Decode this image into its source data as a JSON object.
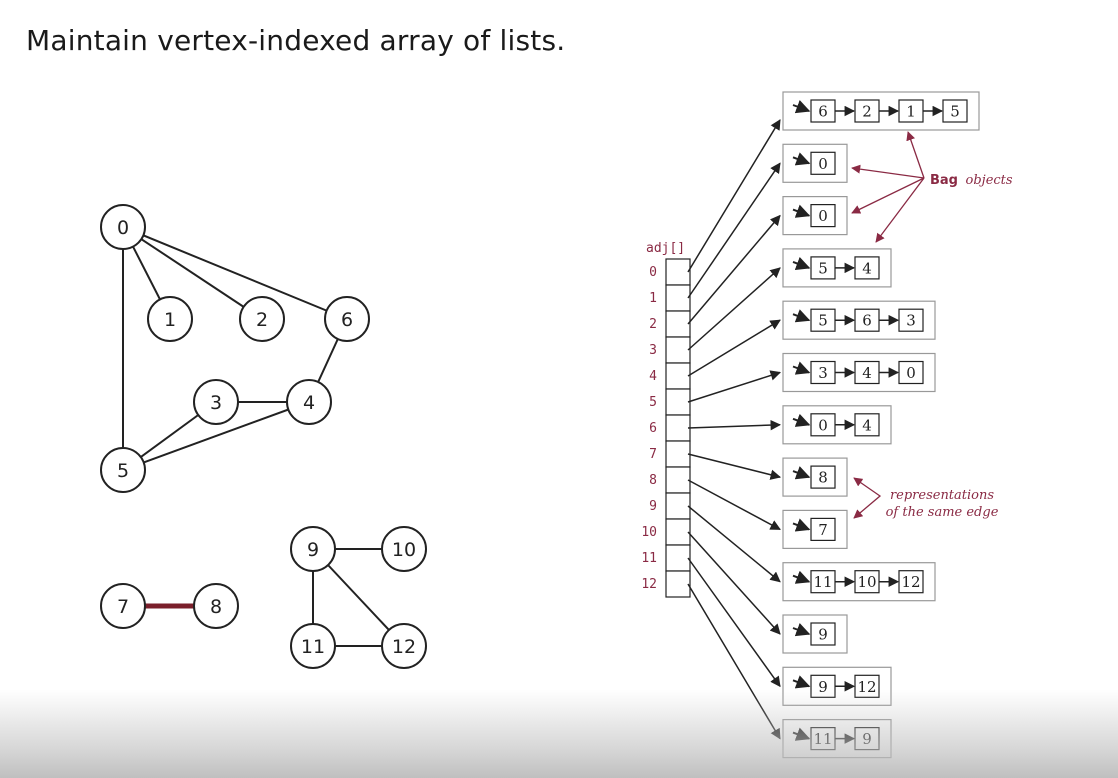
{
  "slide": {
    "title": "Maintain vertex-indexed array of lists."
  },
  "graph": {
    "vertices": [
      "0",
      "1",
      "2",
      "3",
      "4",
      "5",
      "6",
      "7",
      "8",
      "9",
      "10",
      "11",
      "12"
    ]
  },
  "array": {
    "label": "adj[]",
    "indices": [
      "0",
      "1",
      "2",
      "3",
      "4",
      "5",
      "6",
      "7",
      "8",
      "9",
      "10",
      "11",
      "12"
    ]
  },
  "lists": [
    [
      "6",
      "2",
      "1",
      "5"
    ],
    [
      "0"
    ],
    [
      "0"
    ],
    [
      "5",
      "4"
    ],
    [
      "5",
      "6",
      "3"
    ],
    [
      "3",
      "4",
      "0"
    ],
    [
      "0",
      "4"
    ],
    [
      "8"
    ],
    [
      "7"
    ],
    [
      "11",
      "10",
      "12"
    ],
    [
      "9"
    ],
    [
      "9",
      "12"
    ],
    [
      "11",
      "9"
    ]
  ],
  "annotations": {
    "bag_word": "Bag",
    "bag_rest": "objects",
    "rep_line1": "representations",
    "rep_line2": "of the same edge"
  },
  "colors": {
    "accent": "#8a2a44",
    "highlight_edge": "#7a1f2b",
    "ink": "#222222"
  }
}
